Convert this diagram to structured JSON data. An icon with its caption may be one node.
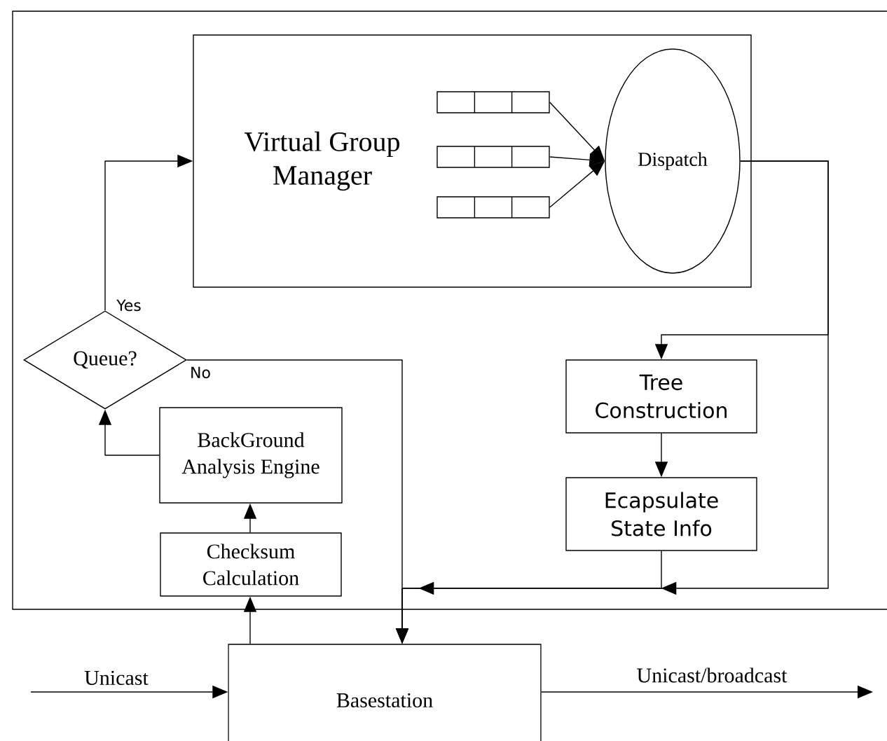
{
  "diagram": {
    "nodes": [
      {
        "text": [
          "Virtual Group Manager"
        ]
      },
      {
        "text": [],
        "shape": "bar",
        "in": 0
      },
      {
        "text": [],
        "shape": "bar",
        "in": 0
      },
      {
        "text": [],
        "shape": "bar",
        "in": 0
      },
      {
        "text": [
          "Dispatch"
        ],
        "in": 0
      },
      {
        "text": [
          "Queue?"
        ]
      },
      {
        "text": [
          "BackGround Analysis Engine"
        ]
      },
      {
        "text": [
          "Checksum Calculation"
        ]
      },
      {
        "text": [
          "Tree Construction"
        ]
      },
      {
        "text": [
          "Ecapsulate State Info"
        ]
      },
      {
        "text": [
          "Basestation"
        ]
      }
    ],
    "edges": [
      {
        "from": 1,
        "to": 4,
        "arrow": "to"
      },
      {
        "from": 2,
        "to": 4,
        "arrow": "to"
      },
      {
        "from": 3,
        "to": 4,
        "arrow": "to"
      },
      {
        "from": 5,
        "to": 0,
        "arrow": "to",
        "label": "Yes"
      },
      {
        "from": 5,
        "to": 10,
        "arrow": "to",
        "label": "No"
      },
      {
        "from": 6,
        "to": 5,
        "arrow": "to"
      },
      {
        "from": 7,
        "to": 6,
        "arrow": "to"
      },
      {
        "from": 10,
        "to": 7,
        "arrow": "to"
      },
      {
        "from": 4,
        "to": 8,
        "arrow": "to"
      },
      {
        "from": 4,
        "to": 10,
        "arrow": "to"
      },
      {
        "from": 8,
        "to": 9,
        "arrow": "to"
      },
      {
        "from": 9,
        "to": 10,
        "arrow": "to"
      },
      {
        "from": null,
        "to": 10,
        "arrow": "to",
        "label": "Unicast"
      },
      {
        "from": 10,
        "to": null,
        "arrow": "to",
        "label": "Unicast/broadcast"
      }
    ]
  }
}
